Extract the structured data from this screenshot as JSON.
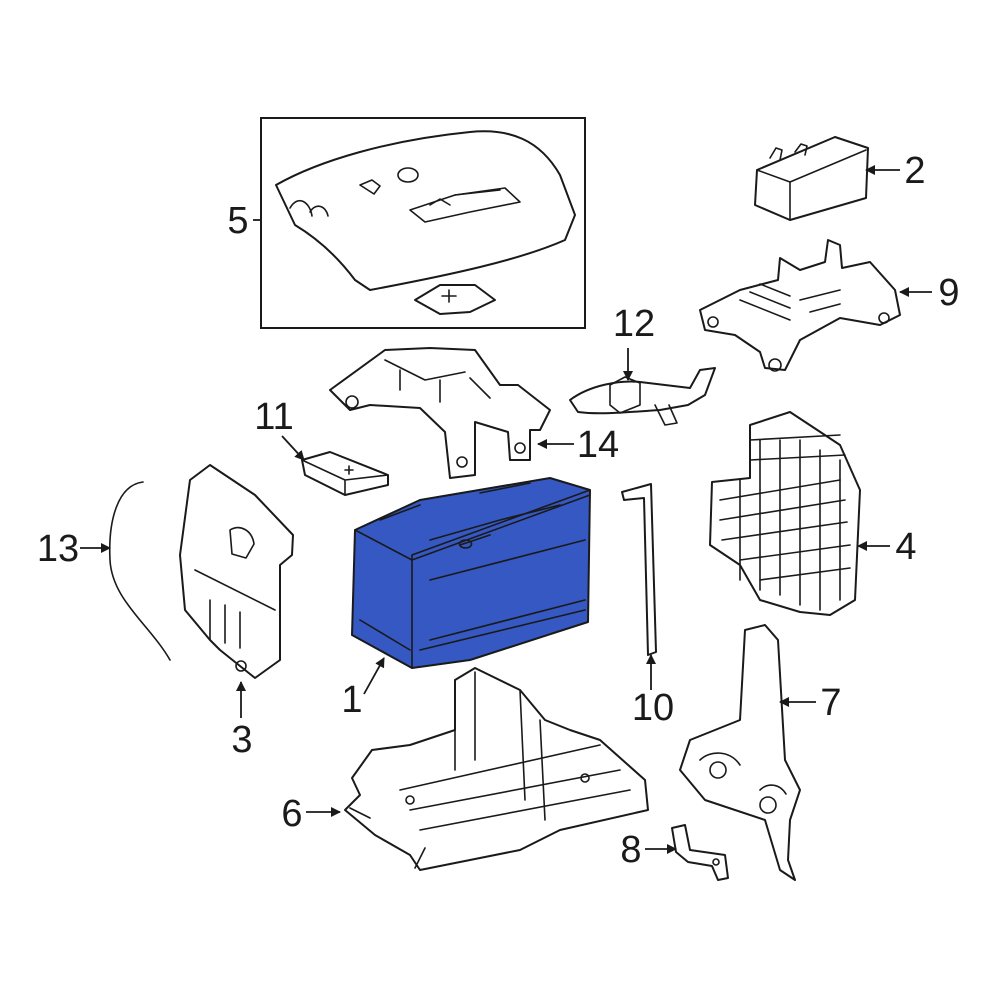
{
  "colors": {
    "highlight": "#3558c2",
    "line": "#1a1a1a",
    "background": "#ffffff"
  },
  "callouts": {
    "c1": "1",
    "c2": "2",
    "c3": "3",
    "c4": "4",
    "c5": "5",
    "c6": "6",
    "c7": "7",
    "c8": "8",
    "c9": "9",
    "c10": "10",
    "c11": "11",
    "c12": "12",
    "c13": "13",
    "c14": "14"
  }
}
